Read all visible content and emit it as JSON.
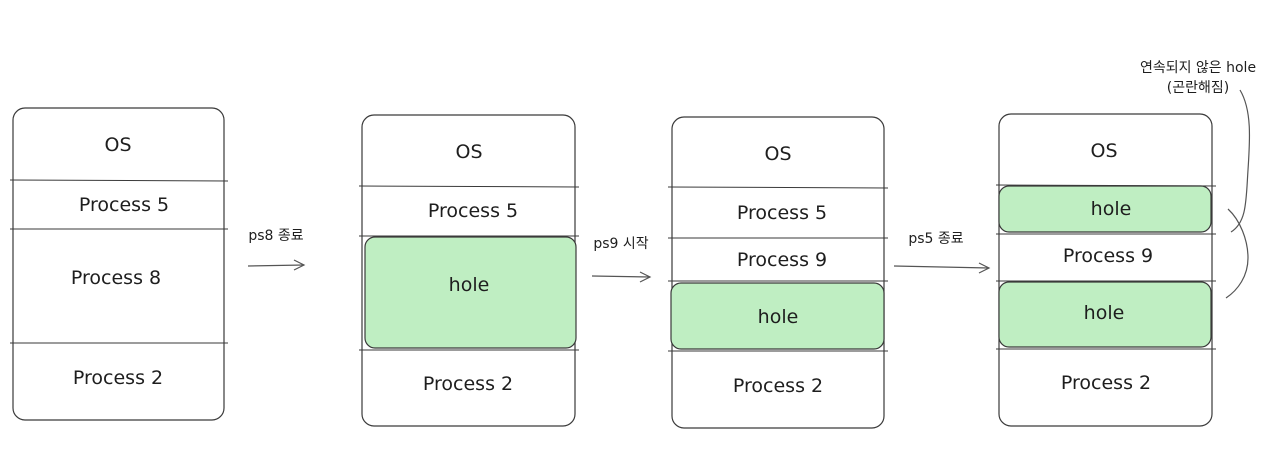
{
  "diagram": {
    "stage1": {
      "os": "OS",
      "process5": "Process 5",
      "process8": "Process 8",
      "process2": "Process 2"
    },
    "transition1": {
      "label": "ps8 종료"
    },
    "stage2": {
      "os": "OS",
      "process5": "Process 5",
      "hole": "hole",
      "process2": "Process 2"
    },
    "transition2": {
      "label": "ps9 시작"
    },
    "stage3": {
      "os": "OS",
      "process5": "Process 5",
      "process9": "Process 9",
      "hole": "hole",
      "process2": "Process 2"
    },
    "transition3": {
      "label": "ps5 종료"
    },
    "stage4": {
      "os": "OS",
      "hole_top": "hole",
      "process9": "Process 9",
      "hole_bottom": "hole",
      "process2": "Process 2"
    },
    "annotation": {
      "line1": "연속되지 않은 hole",
      "line2": "(곤란해짐)"
    },
    "colors": {
      "hole_fill": "#bfeec2",
      "stroke": "#3a3a3a",
      "background": "#ffffff"
    }
  }
}
